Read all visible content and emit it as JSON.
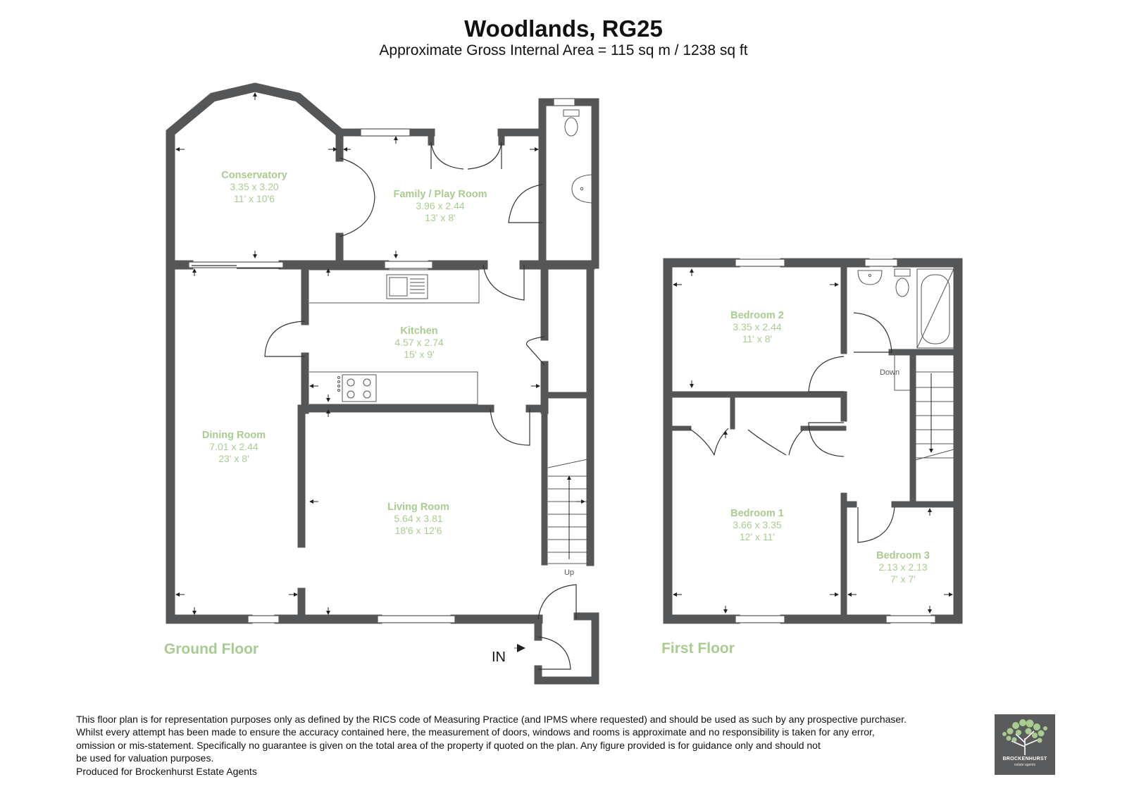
{
  "header": {
    "title": "Woodlands, RG25",
    "subtitle": "Approximate Gross Internal Area = 115 sq m / 1238 sq ft"
  },
  "colors": {
    "wall": "#555657",
    "label": "#a8cc8f",
    "background": "#ffffff",
    "logo_bg": "#5a5b5c",
    "logo_leaf": "#a8cc8f"
  },
  "floors": {
    "ground": {
      "label": "Ground Floor",
      "rooms": {
        "conservatory": {
          "name": "Conservatory",
          "metric": "3.35 x 3.20",
          "imperial": "11' x 10'6"
        },
        "family": {
          "name": "Family / Play Room",
          "metric": "3.96 x 2.44",
          "imperial": "13' x 8'"
        },
        "kitchen": {
          "name": "Kitchen",
          "metric": "4.57 x 2.74",
          "imperial": "15' x 9'"
        },
        "dining": {
          "name": "Dining Room",
          "metric": "7.01 x 2.44",
          "imperial": "23' x 8'"
        },
        "living": {
          "name": "Living Room",
          "metric": "5.64 x 3.81",
          "imperial": "18'6 x 12'6"
        }
      },
      "stairs_label": "Up",
      "entrance_label": "IN"
    },
    "first": {
      "label": "First Floor",
      "rooms": {
        "bedroom2": {
          "name": "Bedroom 2",
          "metric": "3.35 x 2.44",
          "imperial": "11' x 8'"
        },
        "bedroom1": {
          "name": "Bedroom 1",
          "metric": "3.66 x 3.35",
          "imperial": "12' x 11'"
        },
        "bedroom3": {
          "name": "Bedroom 3",
          "metric": "2.13 x 2.13",
          "imperial": "7' x 7'"
        }
      },
      "stairs_label": "Down"
    }
  },
  "disclaimer": {
    "lines": [
      "This floor plan is for representation purposes only as defined by the RICS code of Measuring Practice (and IPMS where requested) and should be used as such by any prospective purchaser.",
      "Whilst every attempt has been made to ensure the accuracy contained here, the measurement of doors, windows and rooms is approximate and no responsibility is taken for any error,",
      "omission or mis-statement. Specifically no guarantee is given on the total area of the property if quoted on the plan. Any figure provided is for guidance only and should not",
      "be used for valuation purposes.",
      "Produced for Brockenhurst Estate Agents"
    ]
  },
  "logo": {
    "name": "BROCKENHURST",
    "sub": "estate agents",
    "icon": "tree-icon"
  }
}
